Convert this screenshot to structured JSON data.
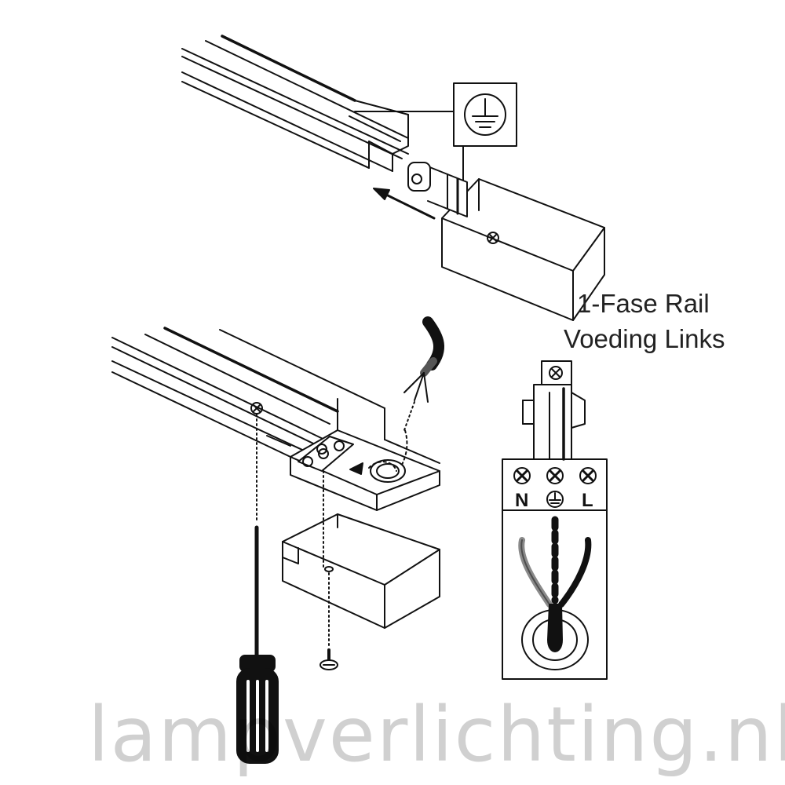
{
  "title": {
    "line1": "1-Fase Rail",
    "line2": "Voeding Links"
  },
  "terminal_labels": {
    "neutral": "N",
    "live": "L",
    "earth": "earth-symbol"
  },
  "earth_callout_icon": "earth-ground-symbol",
  "watermark": "lampverlichting.nl",
  "colors": {
    "line": "#111111",
    "wire_grey": "#8a8a8a",
    "watermark": "#c8c8c8"
  }
}
